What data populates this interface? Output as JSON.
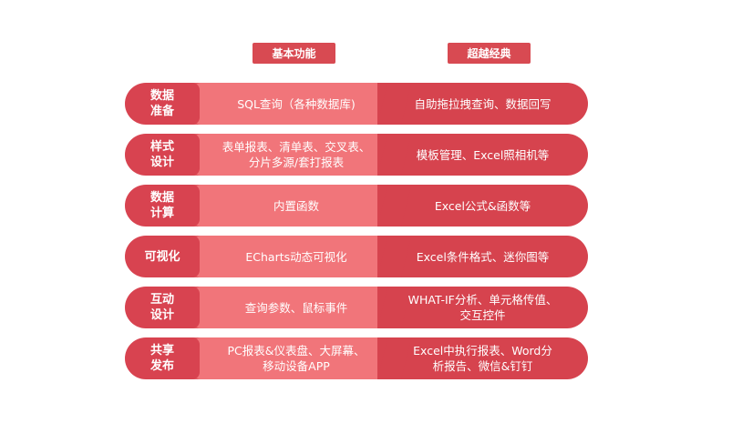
{
  "headers": {
    "basic": "基本功能",
    "advanced": "超越经典"
  },
  "rows": [
    {
      "category": "数据\n准备",
      "basic": "SQL查询（各种数据库)",
      "advanced": "自助拖拉拽查询、数据回写"
    },
    {
      "category": "样式\n设计",
      "basic": "表单报表、清单表、交叉表、\n分片多源/套打报表",
      "advanced": "模板管理、Excel照相机等"
    },
    {
      "category": "数据\n计算",
      "basic": "内置函数",
      "advanced": "Excel公式&函数等"
    },
    {
      "category": "可视化",
      "basic": "ECharts动态可视化",
      "advanced": "Excel条件格式、迷你图等"
    },
    {
      "category": "互动\n设计",
      "basic": "查询参数、鼠标事件",
      "advanced": "WHAT-IF分析、单元格传值、\n交互控件"
    },
    {
      "category": "共享\n发布",
      "basic": "PC报表&仪表盘、大屏幕、\n移动设备APP",
      "advanced": "Excel中执行报表、Word分\n析报告、微信&钉钉"
    }
  ],
  "colors": {
    "pill": "#d84350",
    "basic": "#f1757a",
    "advanced": "#d6434e",
    "header": "#d84a52"
  }
}
